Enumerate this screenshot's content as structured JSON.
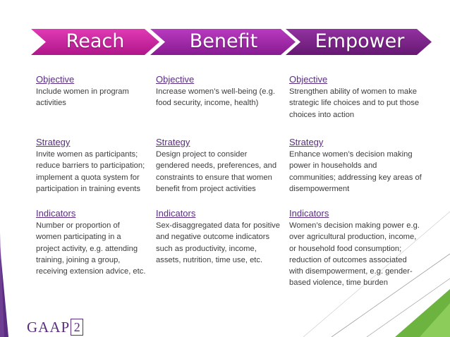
{
  "colors": {
    "reach": "#c41f99",
    "benefit": "#9c24a3",
    "empower": "#7a1f83",
    "heading": "#5a2d82",
    "accent_green": "#6cb33f"
  },
  "chevrons": [
    {
      "label": "Reach"
    },
    {
      "label": "Benefit"
    },
    {
      "label": "Empower"
    }
  ],
  "columns": [
    {
      "objective": {
        "heading": "Objective",
        "text": "Include women in program\nactivities"
      },
      "strategy": {
        "heading": "Strategy",
        "text": "Invite women as participants;\nreduce barriers to participation;\nimplement a quota system for\nparticipation in training events"
      },
      "indicators": {
        "heading": "Indicators",
        "text": "Number or proportion of\nwomen participating in a\nproject activity, e.g. attending\ntraining, joining a group,\nreceiving extension advice, etc."
      }
    },
    {
      "objective": {
        "heading": "Objective",
        "text": "Increase women’s well-being (e.g.\nfood security, income, health)"
      },
      "strategy": {
        "heading": "Strategy",
        "text": "Design project to consider\ngendered needs, preferences, and\nconstraints to ensure that women\nbenefit from project activities"
      },
      "indicators": {
        "heading": "Indicators",
        "text": "Sex-disaggregated data for positive\nand negative outcome indicators\nsuch as productivity, income,\nassets, nutrition, time use, etc."
      }
    },
    {
      "objective": {
        "heading": "Objective",
        "text": "Strengthen ability of women to make\nstrategic life choices and to put those\nchoices into action"
      },
      "strategy": {
        "heading": "Strategy",
        "text": "Enhance women’s decision making\npower in households and\ncommunities; addressing key areas of\ndisempowerment"
      },
      "indicators": {
        "heading": "Indicators",
        "text": "Women’s decision making power e.g.\nover agricultural production, income,\nor household food consumption;\nreduction of outcomes associated\nwith disempowerment, e.g. gender-\nbased violence, time burden"
      }
    }
  ],
  "logo": {
    "text": "GAAP",
    "number": "2"
  }
}
